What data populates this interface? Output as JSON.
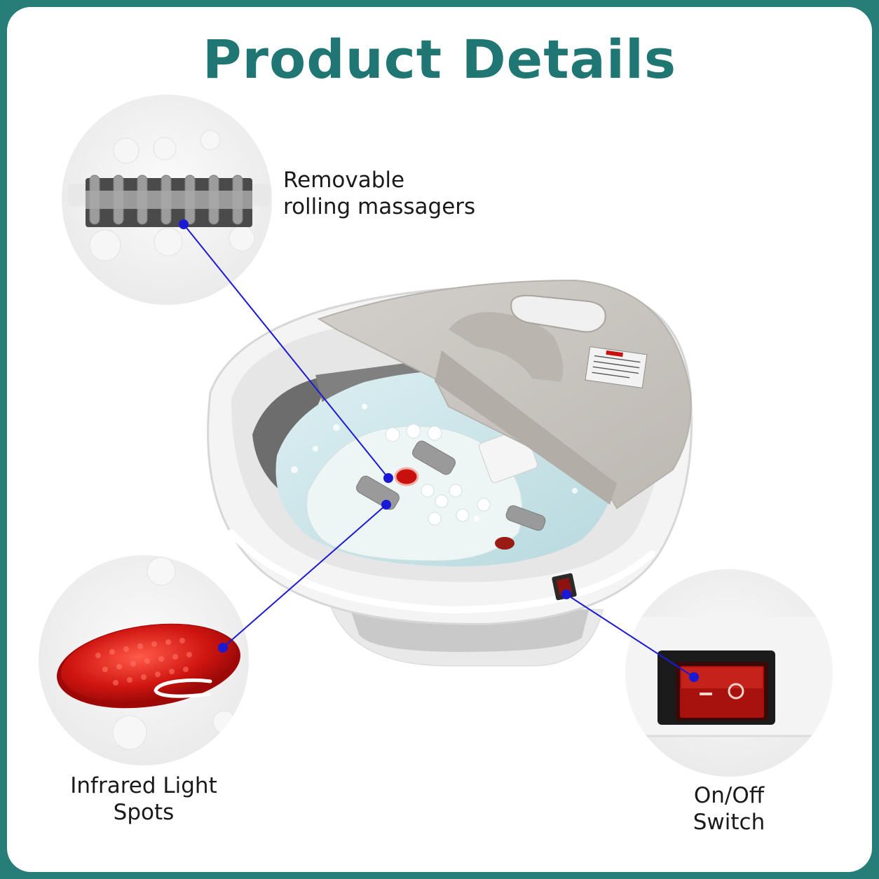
{
  "title": "Product Details",
  "features": {
    "roller": {
      "line1": "Removable",
      "line2": "rolling massagers"
    },
    "infrared": {
      "line1": "Infrared Light",
      "line2": "Spots"
    },
    "switch": {
      "line1": "On/Off",
      "line2": "Switch"
    }
  },
  "colors": {
    "frame": "#277d78",
    "title": "#1f7672",
    "pointer": "#1a1ad6",
    "basin_lid": "#c5c0bb",
    "water": "#cde4e8",
    "infrared_red": "#c8100e"
  }
}
